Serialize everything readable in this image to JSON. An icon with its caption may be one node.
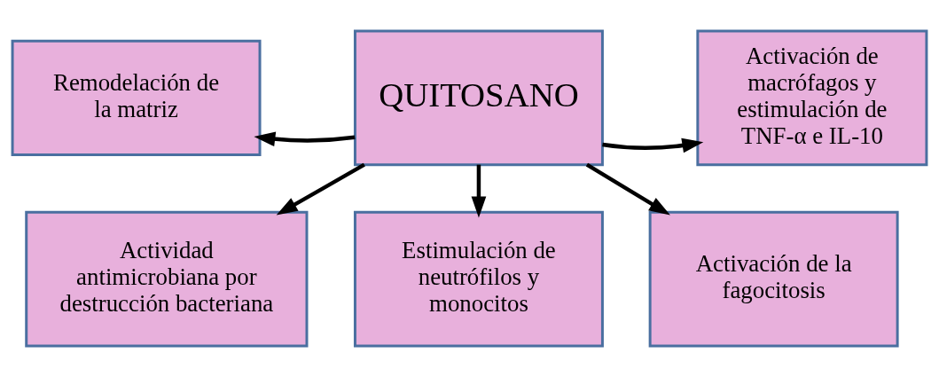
{
  "diagram": {
    "nodes": [
      {
        "text": [
          "QUITOSANO"
        ]
      },
      {
        "text": [
          "Remodelación de la matriz"
        ]
      },
      {
        "text": [
          "Activación de macrófagos y estimulación de TNF-α e IL-10"
        ]
      },
      {
        "text": [
          "Actividad antimicrobiana por destrucción bacteriana"
        ]
      },
      {
        "text": [
          "Estimulación de neutrófilos y monocitos"
        ]
      },
      {
        "text": [
          "Activación de la fagocitosis"
        ]
      }
    ],
    "edges": [
      {
        "from": 0,
        "to": 1,
        "arrow": "to"
      },
      {
        "from": 0,
        "to": 2,
        "arrow": "to"
      },
      {
        "from": 0,
        "to": 3,
        "arrow": "to"
      },
      {
        "from": 0,
        "to": 4,
        "arrow": "to"
      },
      {
        "from": 0,
        "to": 5,
        "arrow": "to"
      }
    ]
  }
}
